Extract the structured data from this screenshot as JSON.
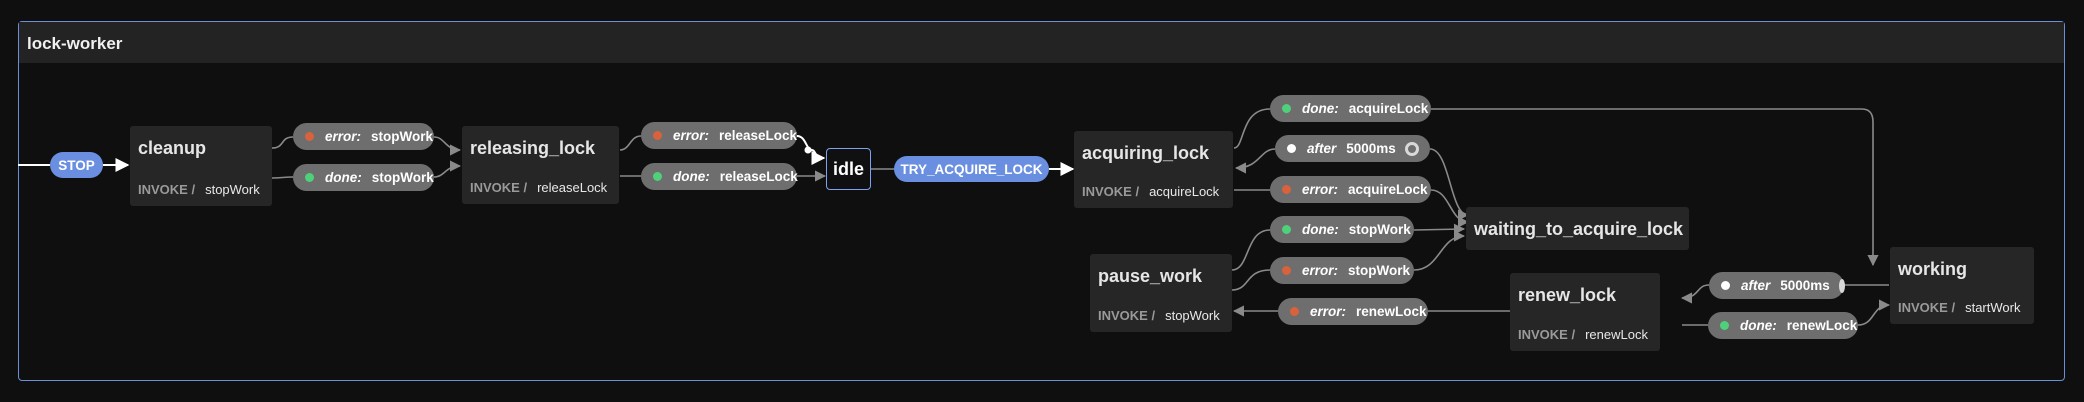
{
  "machine": {
    "title": "lock-worker"
  },
  "states": {
    "cleanup": {
      "name": "cleanup",
      "invoke_keyword": "INVOKE /",
      "invoke_src": "stopWork"
    },
    "releasing_lock": {
      "name": "releasing_lock",
      "invoke_keyword": "INVOKE /",
      "invoke_src": "releaseLock"
    },
    "idle": {
      "name": "idle"
    },
    "acquiring_lock": {
      "name": "acquiring_lock",
      "invoke_keyword": "INVOKE /",
      "invoke_src": "acquireLock"
    },
    "waiting_to_acquire_lock": {
      "name": "waiting_to_acquire_lock"
    },
    "pause_work": {
      "name": "pause_work",
      "invoke_keyword": "INVOKE /",
      "invoke_src": "stopWork"
    },
    "renew_lock": {
      "name": "renew_lock",
      "invoke_keyword": "INVOKE /",
      "invoke_src": "renewLock"
    },
    "working": {
      "name": "working",
      "invoke_keyword": "INVOKE /",
      "invoke_src": "startWork"
    }
  },
  "events": {
    "stop": {
      "label": "STOP"
    },
    "try_acquire_lock": {
      "label": "TRY_ACQUIRE_LOCK"
    },
    "cleanup_error": {
      "kind": "error:",
      "target": "stopWork"
    },
    "cleanup_done": {
      "kind": "done:",
      "target": "stopWork"
    },
    "release_error": {
      "kind": "error:",
      "target": "releaseLock"
    },
    "release_done": {
      "kind": "done:",
      "target": "releaseLock"
    },
    "acquire_done": {
      "kind": "done:",
      "target": "acquireLock"
    },
    "acquire_after": {
      "kind": "after",
      "target": "5000ms"
    },
    "acquire_error": {
      "kind": "error:",
      "target": "acquireLock"
    },
    "pause_done": {
      "kind": "done:",
      "target": "stopWork"
    },
    "pause_error": {
      "kind": "error:",
      "target": "stopWork"
    },
    "renew_error": {
      "kind": "error:",
      "target": "renewLock"
    },
    "working_after": {
      "kind": "after",
      "target": "5000ms"
    },
    "renew_done": {
      "kind": "done:",
      "target": "renewLock"
    }
  },
  "colors": {
    "machine_border": "#6b8fd8",
    "event_pill": "#6e6e6e",
    "event_blue": "#6b8fe0",
    "dot_done": "#4fd07a",
    "dot_error": "#d9623c",
    "dot_after": "#ffffff",
    "state_bg": "#262626"
  }
}
